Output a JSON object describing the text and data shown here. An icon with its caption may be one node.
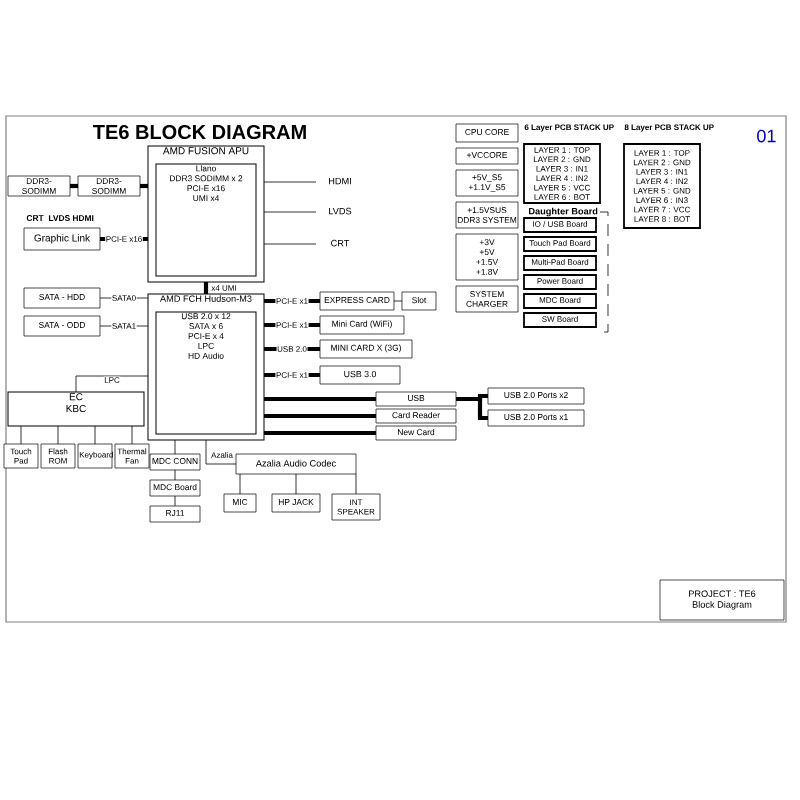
{
  "diagram": {
    "title": "TE6 BLOCK DIAGRAM",
    "nodes": [
      {
        "text": [
          "AMD FUSION APU"
        ]
      },
      {
        "text": [
          "Llano",
          "DDR3 SODIMM x 2",
          "PCI-E x16",
          "UMI x4"
        ],
        "in": 0
      },
      {
        "text": [
          "DDR3-SODIMM"
        ]
      },
      {
        "text": [
          "DDR3-SODIMM"
        ]
      },
      {
        "text": [
          "Graphic Link"
        ]
      },
      {
        "text": [
          "HDMI"
        ]
      },
      {
        "text": [
          "LVDS"
        ]
      },
      {
        "text": [
          "CRT"
        ]
      },
      {
        "text": [
          "AMD FCH Hudson-M3"
        ]
      },
      {
        "text": [
          "USB 2.0 x 12",
          "SATA x 6",
          "PCI-E x 4",
          "LPC",
          "HD Audio"
        ],
        "in": 8
      },
      {
        "text": [
          "SATA - HDD"
        ]
      },
      {
        "text": [
          "SATA - ODD"
        ]
      },
      {
        "text": [
          "EXPRESS CARD"
        ]
      },
      {
        "text": [
          "Slot"
        ]
      },
      {
        "text": [
          "Mini Card (WiFi)"
        ]
      },
      {
        "text": [
          "MINI CARD X (3G)"
        ]
      },
      {
        "text": [
          "USB 3.0"
        ]
      },
      {
        "text": [
          "USB"
        ]
      },
      {
        "text": [
          "Card Reader"
        ]
      },
      {
        "text": [
          "New Card"
        ]
      },
      {
        "text": [
          "USB 2.0 Ports x2"
        ]
      },
      {
        "text": [
          "USB 2.0 Ports x1"
        ]
      },
      {
        "text": [
          "EC",
          "KBC"
        ]
      },
      {
        "text": [
          "Touch Pad"
        ]
      },
      {
        "text": [
          "Flash ROM"
        ]
      },
      {
        "text": [
          "Keyboard"
        ]
      },
      {
        "text": [
          "Thermal Fan"
        ]
      },
      {
        "text": [
          "Azalia Audio Codec"
        ]
      },
      {
        "text": [
          "MDC CONN"
        ]
      },
      {
        "text": [
          "MDC Board"
        ]
      },
      {
        "text": [
          "RJ11"
        ]
      },
      {
        "text": [
          "MIC"
        ]
      },
      {
        "text": [
          "HP JACK"
        ]
      },
      {
        "text": [
          "INT SPEAKER"
        ]
      },
      {
        "text": [
          "CPU CORE"
        ]
      },
      {
        "text": [
          "+VCCORE"
        ]
      },
      {
        "text": [
          "+5V_S5",
          "+1.1V_S5"
        ]
      },
      {
        "text": [
          "+1.5VSUS",
          "DDR3 SYSTEM"
        ]
      },
      {
        "text": [
          "+3V",
          "+5V",
          "+1.5V",
          "+1.8V"
        ]
      },
      {
        "text": [
          "SYSTEM CHARGER"
        ]
      },
      {
        "text": [
          "LAYER 1 : TOP",
          "LAYER 2 : GND",
          "LAYER 3 : IN1",
          "LAYER 4 : IN2",
          "LAYER 5 : VCC",
          "LAYER 6 : BOT"
        ]
      },
      {
        "text": [
          "LAYER 1 : TOP",
          "LAYER 2 : GND",
          "LAYER 3 : IN1",
          "LAYER 4 : IN2",
          "LAYER 5 : GND",
          "LAYER 6 : IN3",
          "LAYER 7 : VCC",
          "LAYER 8 : BOT"
        ]
      },
      {
        "text": [
          "IO / USB Board"
        ]
      },
      {
        "text": [
          "Touch Pad Board"
        ]
      },
      {
        "text": [
          "Multi-Pad Board"
        ]
      },
      {
        "text": [
          "Power Board"
        ]
      },
      {
        "text": [
          "MDC Board"
        ]
      },
      {
        "text": [
          "SW Board"
        ]
      },
      {
        "text": [
          "PROJECT : TE6",
          "Block Diagram"
        ]
      }
    ],
    "edges": [
      {
        "from": 2,
        "to": 3,
        "arrow": "none",
        "style": "thick"
      },
      {
        "from": 3,
        "to": 0,
        "arrow": "none",
        "style": "thick"
      },
      {
        "from": 4,
        "to": 0,
        "arrow": "none",
        "style": "thick",
        "label": "PCI-E x16"
      },
      {
        "from": 0,
        "to": 5,
        "arrow": "none"
      },
      {
        "from": 0,
        "to": 6,
        "arrow": "none"
      },
      {
        "from": 0,
        "to": 7,
        "arrow": "none"
      },
      {
        "from": 0,
        "to": 8,
        "arrow": "none",
        "style": "thick",
        "label": "x4 UMI"
      },
      {
        "from": 10,
        "to": 8,
        "arrow": "none",
        "label": "SATA0"
      },
      {
        "from": 11,
        "to": 8,
        "arrow": "none",
        "label": "SATA1"
      },
      {
        "from": 8,
        "to": 12,
        "arrow": "none",
        "style": "thick",
        "label": "PCI-E x1"
      },
      {
        "from": 12,
        "to": 13,
        "arrow": "none"
      },
      {
        "from": 8,
        "to": 14,
        "arrow": "none",
        "style": "thick",
        "label": "PCI-E x1"
      },
      {
        "from": 8,
        "to": 15,
        "arrow": "none",
        "style": "thick",
        "label": "USB 2.0"
      },
      {
        "from": 8,
        "to": 16,
        "arrow": "none",
        "style": "thick",
        "label": "PCI-E x1"
      },
      {
        "from": 8,
        "to": 17,
        "arrow": "none",
        "style": "thick"
      },
      {
        "from": 8,
        "to": 18,
        "arrow": "none",
        "style": "thick"
      },
      {
        "from": 8,
        "to": 19,
        "arrow": "none",
        "style": "thick"
      },
      {
        "from": 17,
        "to": 20,
        "arrow": "none",
        "style": "thick"
      },
      {
        "from": 17,
        "to": 21,
        "arrow": "none",
        "style": "thick"
      },
      {
        "from": 8,
        "to": 22,
        "arrow": "none",
        "label": "LPC"
      },
      {
        "from": 22,
        "to": 23,
        "arrow": "none"
      },
      {
        "from": 22,
        "to": 24,
        "arrow": "none"
      },
      {
        "from": 22,
        "to": 25,
        "arrow": "none"
      },
      {
        "from": 22,
        "to": 26,
        "arrow": "none"
      },
      {
        "from": 8,
        "to": 27,
        "arrow": "none",
        "label": "Azalia"
      },
      {
        "from": 8,
        "to": 28,
        "arrow": "none"
      },
      {
        "from": 28,
        "to": 29,
        "arrow": "none"
      },
      {
        "from": 29,
        "to": 30,
        "arrow": "none"
      },
      {
        "from": 27,
        "to": 31,
        "arrow": "none"
      },
      {
        "from": 27,
        "to": 32,
        "arrow": "none"
      },
      {
        "from": 27,
        "to": 33,
        "arrow": "none"
      }
    ],
    "labels": [
      "CRT",
      "LVDS",
      "HDMI",
      "6 Layer PCB STACK UP",
      "8 Layer PCB STACK UP",
      "01",
      "Daughter Board"
    ]
  }
}
